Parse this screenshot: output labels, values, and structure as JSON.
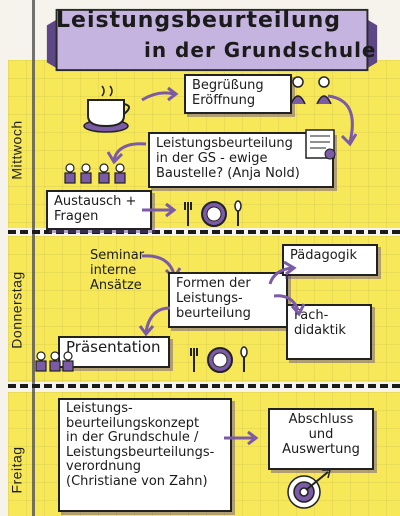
{
  "title": {
    "line1": "Leistungsbeurteilung",
    "line2": "in der Grundschule"
  },
  "colors": {
    "yellow": "#f7e85a",
    "purple": "#7b5aa6",
    "ink": "#1b1b1b"
  },
  "days": [
    {
      "label": "Mittwoch"
    },
    {
      "label": "Donnerstag"
    },
    {
      "label": "Freitag"
    }
  ],
  "wednesday": {
    "welcome": "Begrüßung\nEröffnung",
    "talk": "Leistungsbeurteilung\nin der GS - ewige\nBaustelle? (Anja Nold)",
    "exchange": "Austausch +\nFragen"
  },
  "thursday": {
    "internal": "Seminar-\ninterne\nAnsätze",
    "forms": "Formen der\nLeistungs-\nbeurteilung",
    "pedagogy": "Pädagogik",
    "didactics": "Fach-\ndidaktik",
    "presentation": "Präsentation"
  },
  "friday": {
    "concept": "Leistungs-\nbeurteilungskonzept\nin der Grundschule /\nLeistungsbeurteilungs-\nverordnung\n(Christiane von Zahn)",
    "closing": "Abschluss\nund\nAuswertung"
  },
  "icons": [
    "coffee-cup-icon",
    "people-icon",
    "scroll-icon",
    "group-icon",
    "plate-cutlery-icon",
    "target-icon"
  ]
}
